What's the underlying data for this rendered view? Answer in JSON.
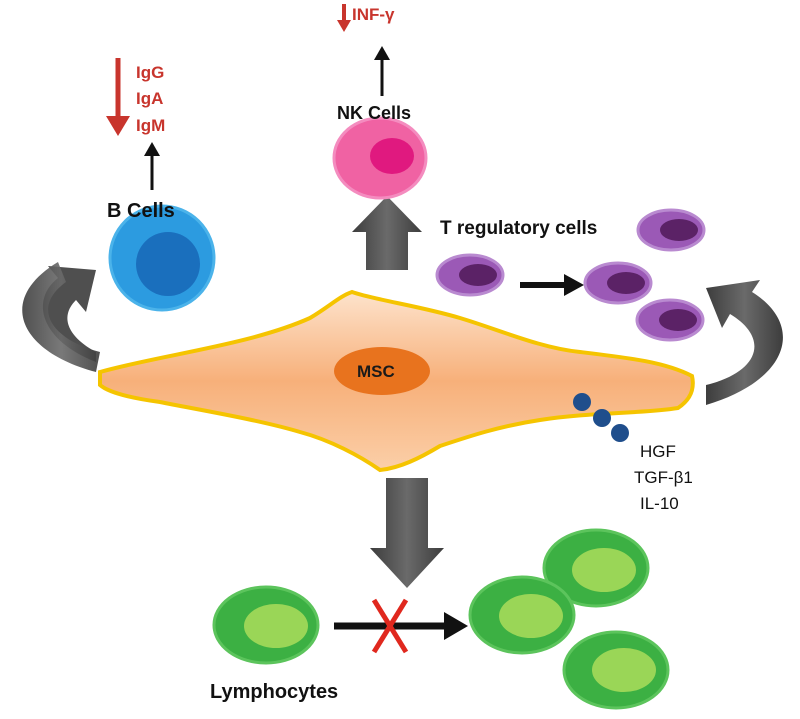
{
  "labels": {
    "msc": "MSC",
    "b_cells": "B Cells",
    "nk_cells": "NK Cells",
    "t_reg_cells": "T regulatory cells",
    "lymphocytes": "Lymphocytes",
    "igg": "IgG",
    "iga": "IgA",
    "igm": "IgM",
    "inf_gamma": "INF-γ",
    "hgf": "HGF",
    "tgf_b1": "TGF-β1",
    "il10": "IL-10"
  },
  "colors": {
    "msc_body": "#f7b07a",
    "msc_outline": "#f5c400",
    "msc_nucleus": "#e8731e",
    "b_cell": "#2c9be0",
    "b_cell_nucleus": "#1a6fbd",
    "nk_cell": "#f062a3",
    "nk_cell_nucleus": "#e0197f",
    "t_reg_cell": "#9b59b6",
    "t_reg_nucleus": "#5b2266",
    "lymphocyte": "#3cb043",
    "lymphocyte_nucleus": "#9ad657",
    "decrease_arrow": "#c8352d",
    "factor_dot": "#1f4e8c",
    "block_mark": "#e0281e",
    "grey_arrow": "#4f4f4f"
  }
}
